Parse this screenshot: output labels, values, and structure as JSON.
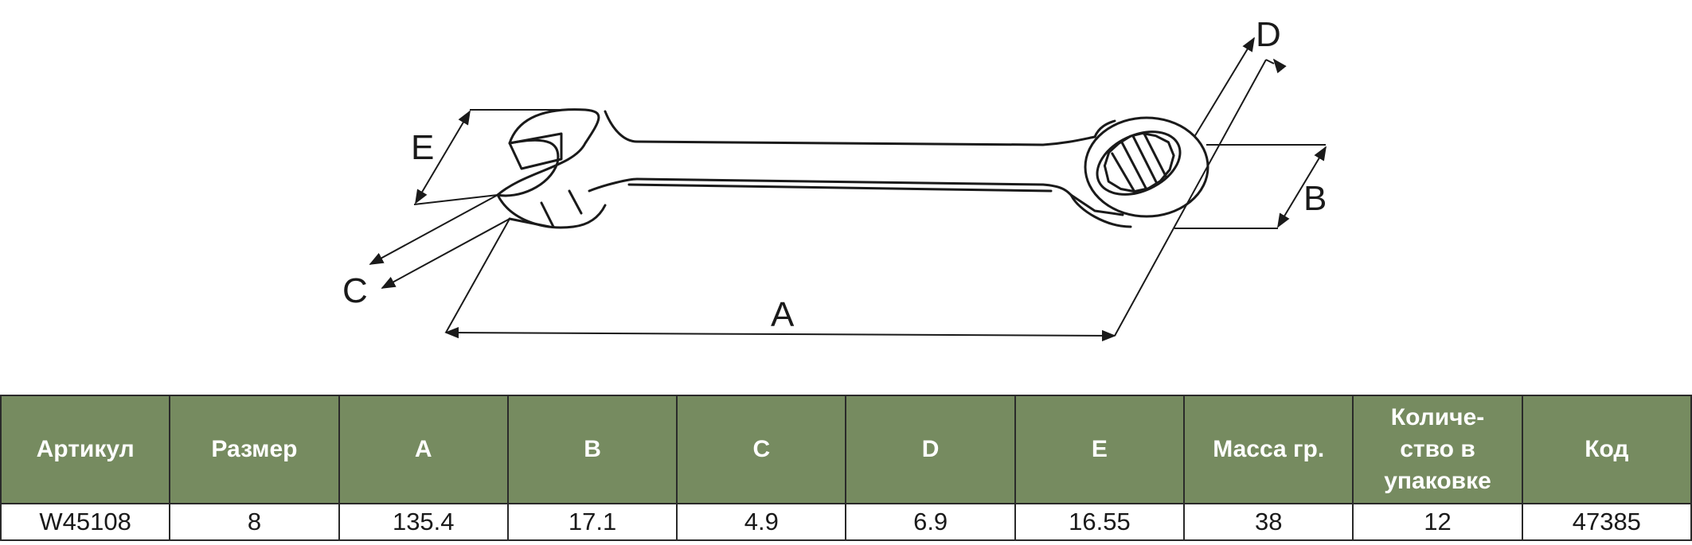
{
  "drawing": {
    "dimension_labels": {
      "a": "A",
      "b": "B",
      "c": "C",
      "d": "D",
      "e": "E"
    }
  },
  "table": {
    "headers": [
      "Артикул",
      "Размер",
      "A",
      "B",
      "C",
      "D",
      "E",
      "Масса гр.",
      "Количе-ство в упаковке",
      "Код"
    ],
    "rows": [
      [
        "W45108",
        "8",
        "135.4",
        "17.1",
        "4.9",
        "6.9",
        "16.55",
        "38",
        "12",
        "47385"
      ]
    ]
  }
}
